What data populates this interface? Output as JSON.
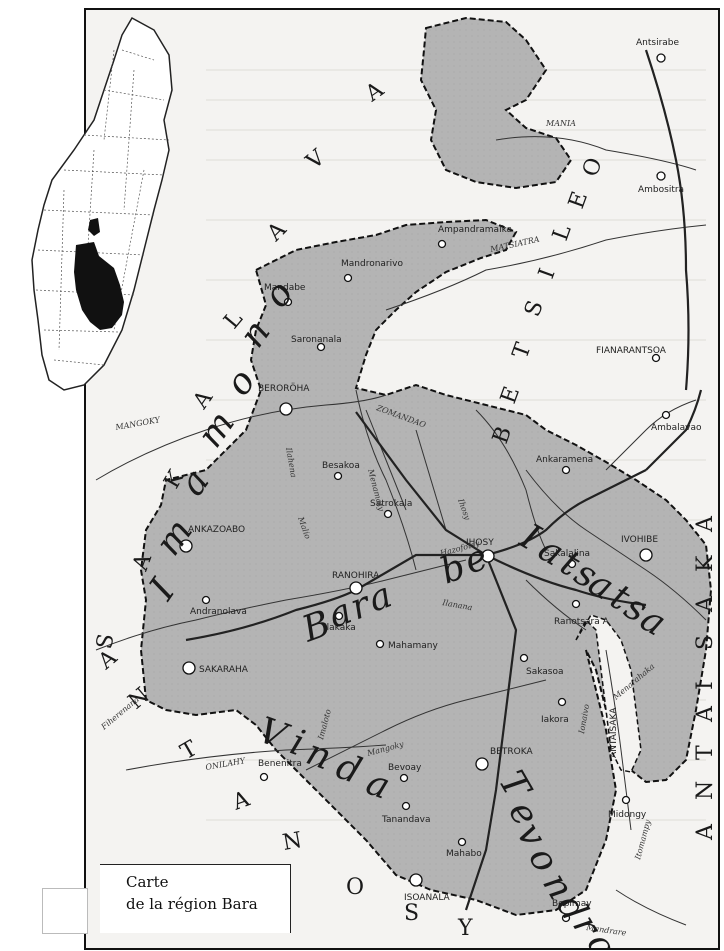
{
  "caption": {
    "line1": "Carte",
    "line2": "de la région Bara"
  },
  "colors": {
    "region_fill": "#b4b4b4",
    "background": "#f4f3f1",
    "ink": "#1a1a1a"
  },
  "towns": {
    "antsirabe": "Antsirabe",
    "ambositra": "Ambositra",
    "ampandramaika": "Ampandramaika",
    "mandronarivo": "Mandronarivo",
    "mandabe": "Mandabe",
    "saronanala": "Saronanala",
    "fianarantsoa": "FIANARANTSOA",
    "beroroha": "BERORÖHA",
    "ambalavao": "Ambalavao",
    "ankaramena": "Ankaramena",
    "besakoa": "Besakoa",
    "satrokala": "Satrokala",
    "ihosy": "IHOSY",
    "sakalalina": "Sakalalina",
    "ivohibe": "IVOHIBE",
    "ankazoabo": "ANKAZOABO",
    "andranolava": "Andranolava",
    "ranohira": "RANOHIRA",
    "ilakaka": "Ilakaka",
    "ranotsara": "Ranotsara A",
    "sakaraha": "SAKARAHA",
    "mahamany": "Mahamany",
    "sakasoa": "Sakasoa",
    "iakora": "Iakora",
    "betroka": "BETROKA",
    "benenitra": "Benenitra",
    "bevoay": "Bevoay",
    "tanandava": "Tanandava",
    "mahabo": "Mahabo",
    "midongy": "Midongy",
    "isoanala": "ISOANALA",
    "bepimay": "Bepimay"
  },
  "rivers": {
    "mania": "MANIA",
    "matsiatra": "MATSIATRA",
    "mangoky_north": "MANGOKY",
    "zomandao": "ZOMANDAO",
    "ihosy_r": "Ihosy",
    "ilahena": "Ilahena",
    "malio": "Malio",
    "menamaty": "Menamaty",
    "hazofotsy": "Hazofotsy",
    "fiherenana": "Fiherenana",
    "imaloto": "Imaloto",
    "mangoky_south": "Mangoky",
    "menarahaka": "Menarahaka",
    "ionaivo": "Ionaivo",
    "onilahy": "ONILAHY",
    "itomampy": "Itomampy",
    "mandrare": "Mandrare",
    "ilanana": "Ilanana"
  },
  "peoples": {
    "sakalava": [
      "S",
      "A",
      "K",
      "A",
      "L",
      "A",
      "V",
      "A"
    ],
    "betsileo": [
      "B",
      "E",
      "T",
      "S",
      "I",
      "L",
      "E",
      "O"
    ],
    "antaisaka": [
      "A",
      "N",
      "T",
      "A",
      "I",
      "S",
      "A",
      "K",
      "A"
    ],
    "antanosy": [
      "A",
      "N",
      "T",
      "A",
      "N",
      "O",
      "S",
      "Y"
    ],
    "antaisaka_small": "ANTAISAKA"
  },
  "clans": {
    "imamono": [
      "I",
      "m",
      "a",
      "m",
      "o",
      "n",
      "o"
    ],
    "bara_be": [
      "B",
      "a",
      "r",
      "a",
      " ",
      "b",
      "e"
    ],
    "iatsatsa": [
      "I",
      "a",
      "t",
      "s",
      "a",
      "t",
      "s",
      "a"
    ],
    "vinda": [
      "V",
      "i",
      "n",
      "d",
      "a"
    ],
    "tevondro": [
      "T",
      "e",
      "v",
      "o",
      "n",
      "d",
      "r",
      "o"
    ]
  }
}
